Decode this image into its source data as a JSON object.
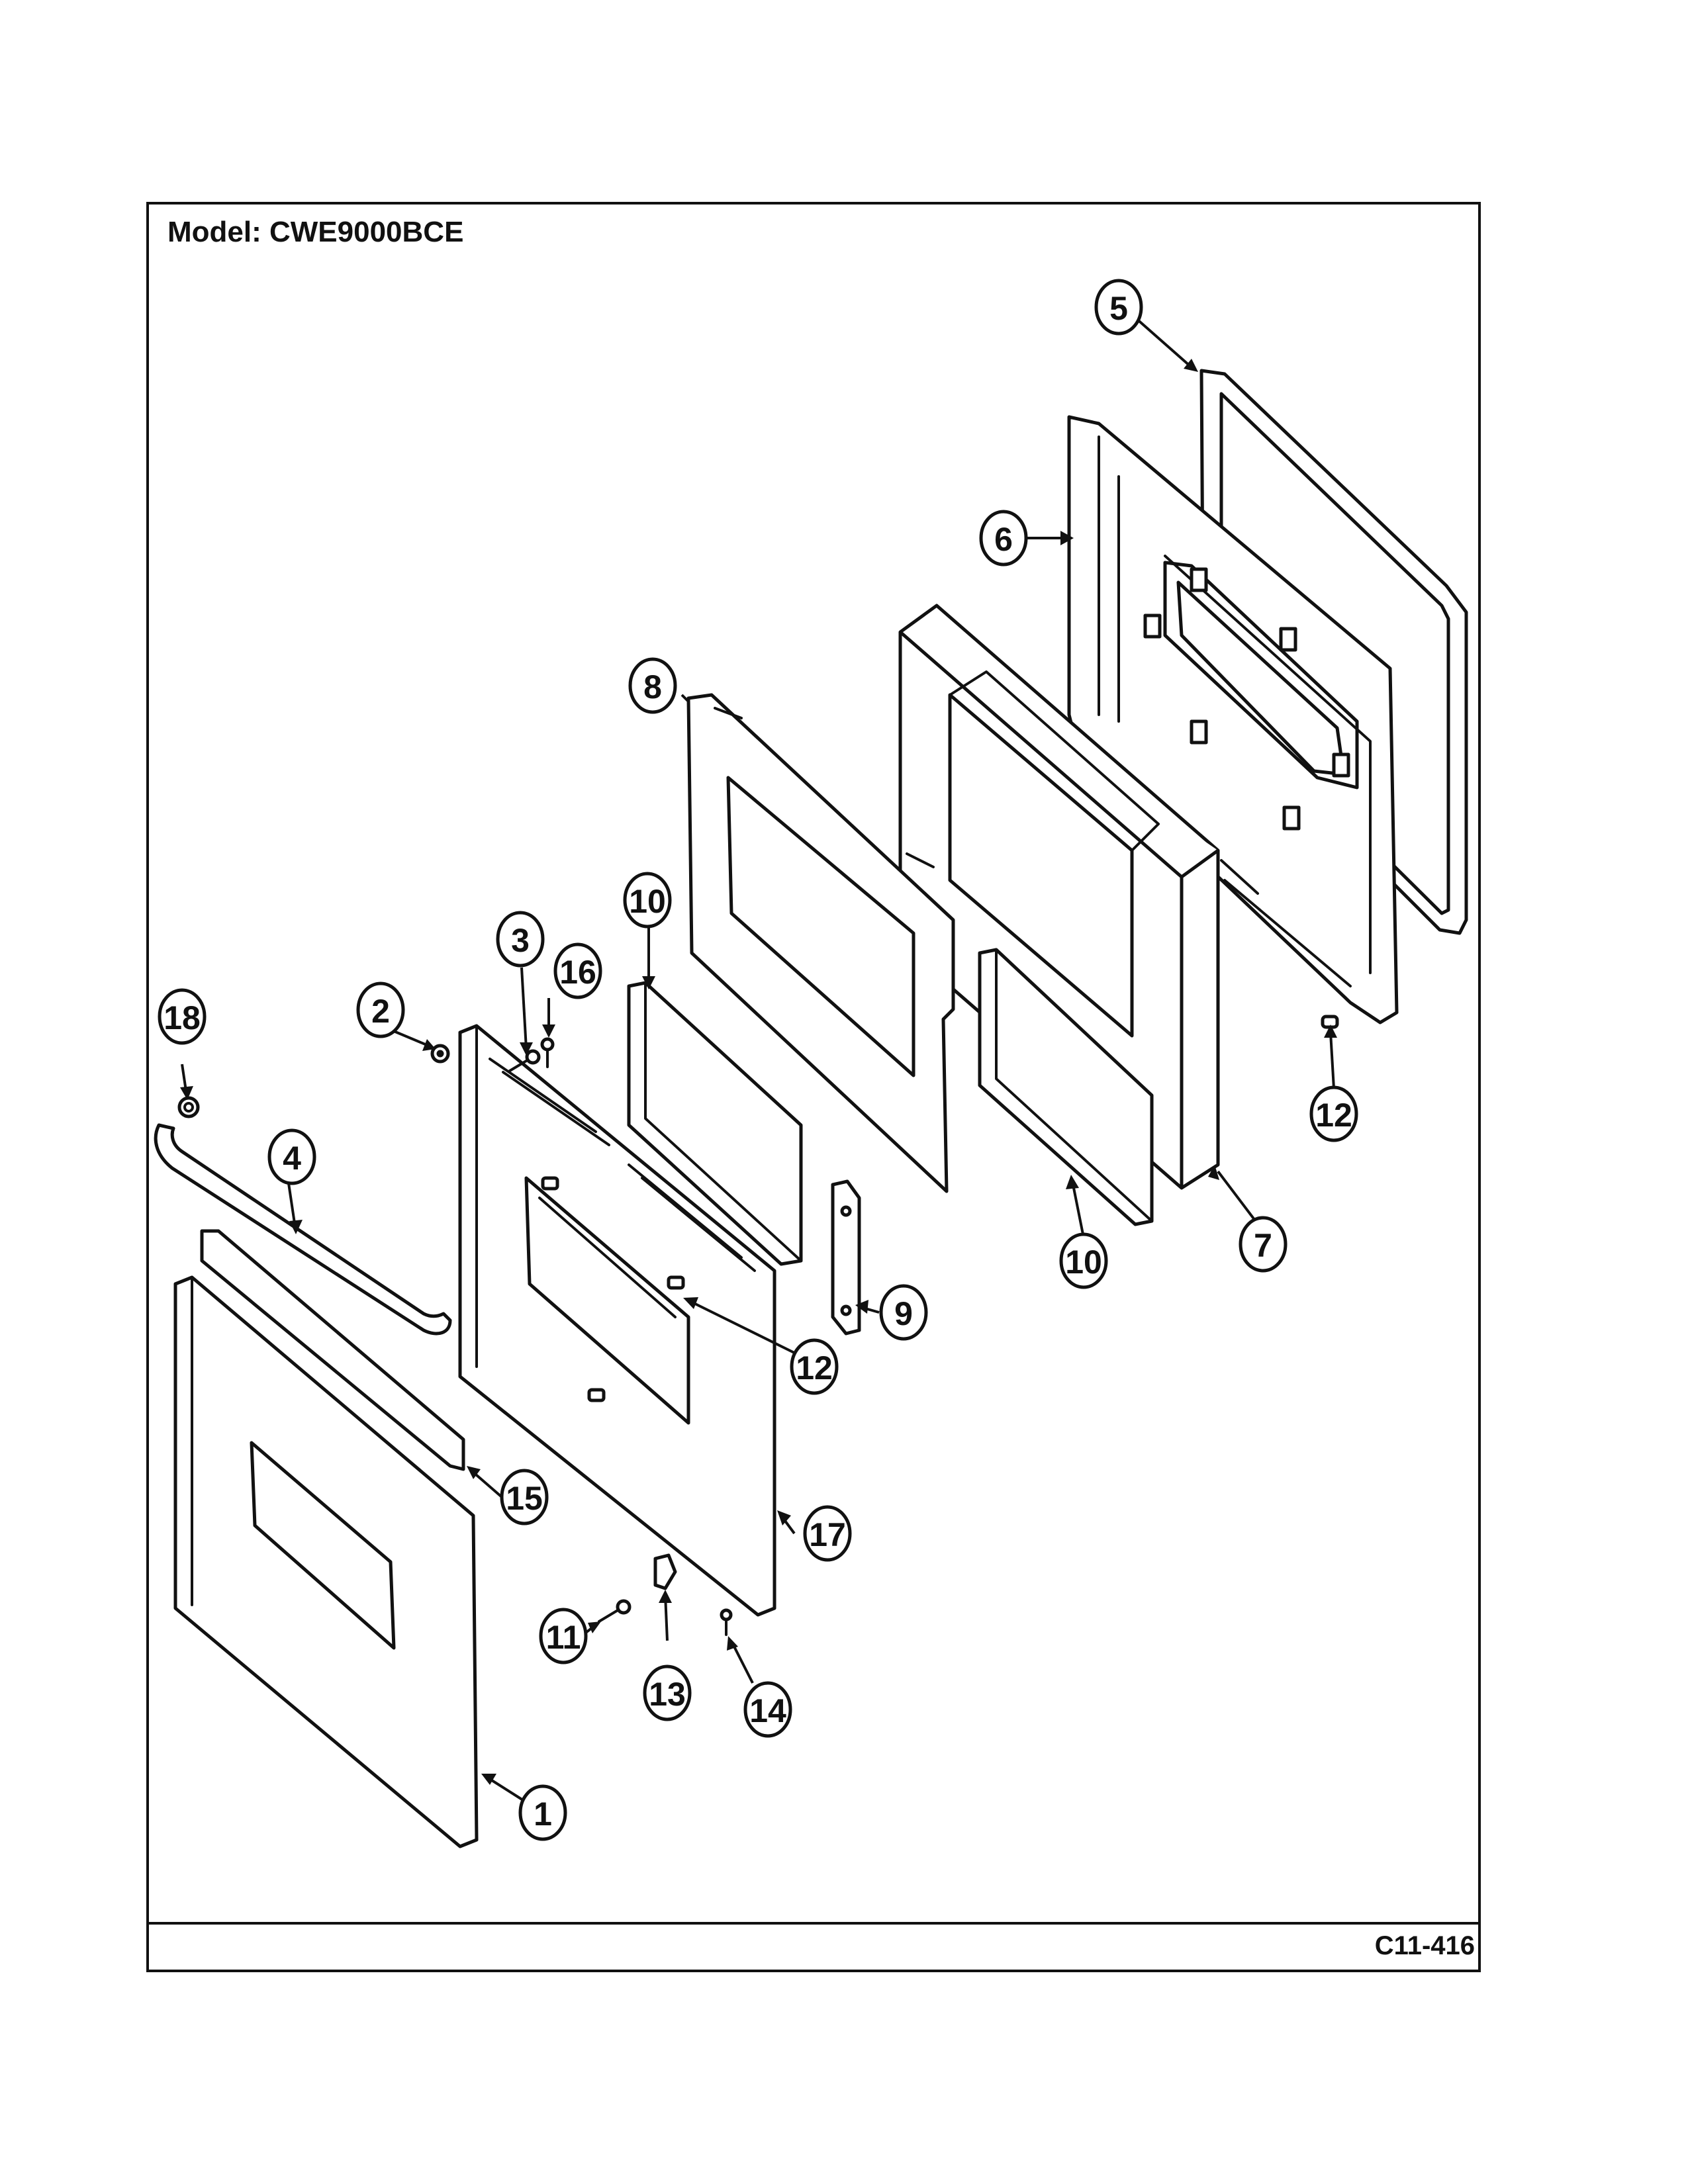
{
  "header": {
    "model_label": "Model:  CWE9000BCE"
  },
  "footer": {
    "page_code": "C11-416"
  },
  "callouts": [
    {
      "id": "c1",
      "label": "1"
    },
    {
      "id": "c2",
      "label": "2"
    },
    {
      "id": "c3",
      "label": "3"
    },
    {
      "id": "c4",
      "label": "4"
    },
    {
      "id": "c5",
      "label": "5"
    },
    {
      "id": "c6",
      "label": "6"
    },
    {
      "id": "c7",
      "label": "7"
    },
    {
      "id": "c8",
      "label": "8"
    },
    {
      "id": "c9",
      "label": "9"
    },
    {
      "id": "c10a",
      "label": "10"
    },
    {
      "id": "c10b",
      "label": "10"
    },
    {
      "id": "c11",
      "label": "11"
    },
    {
      "id": "c12a",
      "label": "12"
    },
    {
      "id": "c12b",
      "label": "12"
    },
    {
      "id": "c13",
      "label": "13"
    },
    {
      "id": "c14",
      "label": "14"
    },
    {
      "id": "c15",
      "label": "15"
    },
    {
      "id": "c16",
      "label": "16"
    },
    {
      "id": "c17",
      "label": "17"
    },
    {
      "id": "c18",
      "label": "18"
    }
  ]
}
